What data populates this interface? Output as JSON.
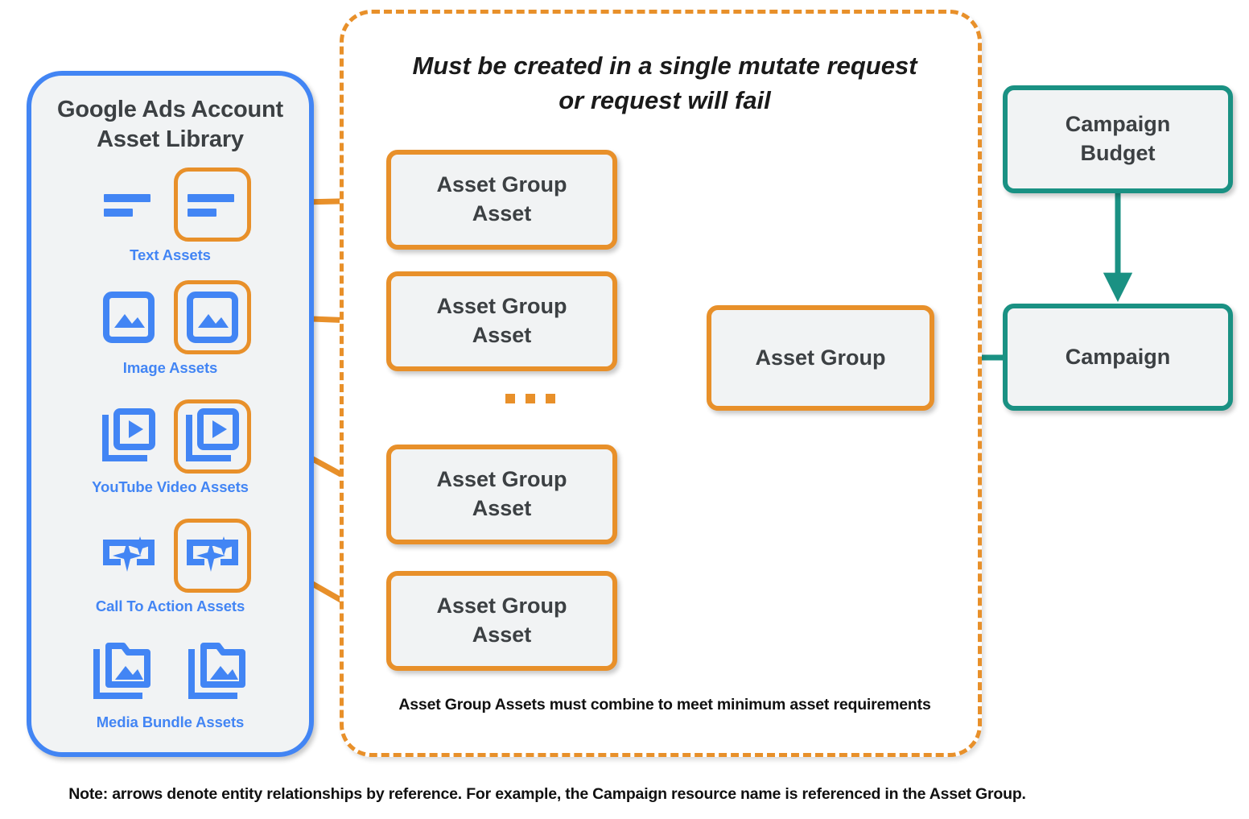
{
  "sidebar": {
    "title": "Google Ads Account\nAsset Library",
    "title_line1": "Google Ads Account",
    "title_line2": "Asset Library",
    "assets": [
      {
        "label": "Text Assets",
        "icon": "text-lines-icon",
        "highlighted": true
      },
      {
        "label": "Image Assets",
        "icon": "image-icon",
        "highlighted": true
      },
      {
        "label": "YouTube Video  Assets",
        "icon": "video-stack-icon",
        "highlighted": true
      },
      {
        "label": "Call To Action Assets",
        "icon": "call-to-action-sparkle-icon",
        "highlighted": true
      },
      {
        "label": "Media Bundle  Assets",
        "icon": "media-bundle-folder-icon",
        "highlighted": false
      }
    ]
  },
  "mutate_container": {
    "title_line1": "Must be created in a single mutate request",
    "title_line2": "or request will fail",
    "footer": "Asset Group Assets must combine to meet minimum asset requirements",
    "asset_group_assets": [
      {
        "label": "Asset Group\nAsset",
        "line1": "Asset Group",
        "line2": "Asset"
      },
      {
        "label": "Asset Group\nAsset",
        "line1": "Asset Group",
        "line2": "Asset"
      },
      {
        "label": "Asset Group\nAsset",
        "line1": "Asset Group",
        "line2": "Asset"
      },
      {
        "label": "Asset Group\nAsset",
        "line1": "Asset Group",
        "line2": "Asset"
      }
    ],
    "ellipsis": "..."
  },
  "asset_group": {
    "label": "Asset Group"
  },
  "campaign_budget": {
    "line1": "Campaign",
    "line2": "Budget"
  },
  "campaign": {
    "label": "Campaign"
  },
  "note": "Note: arrows denote entity relationships by reference. For example, the Campaign resource name is referenced in the Asset Group.",
  "colors": {
    "orange": "#E8902A",
    "blue": "#4285F4",
    "teal": "#1A9183",
    "box_fill": "#F1F3F4",
    "text_dark": "#3C4043"
  }
}
